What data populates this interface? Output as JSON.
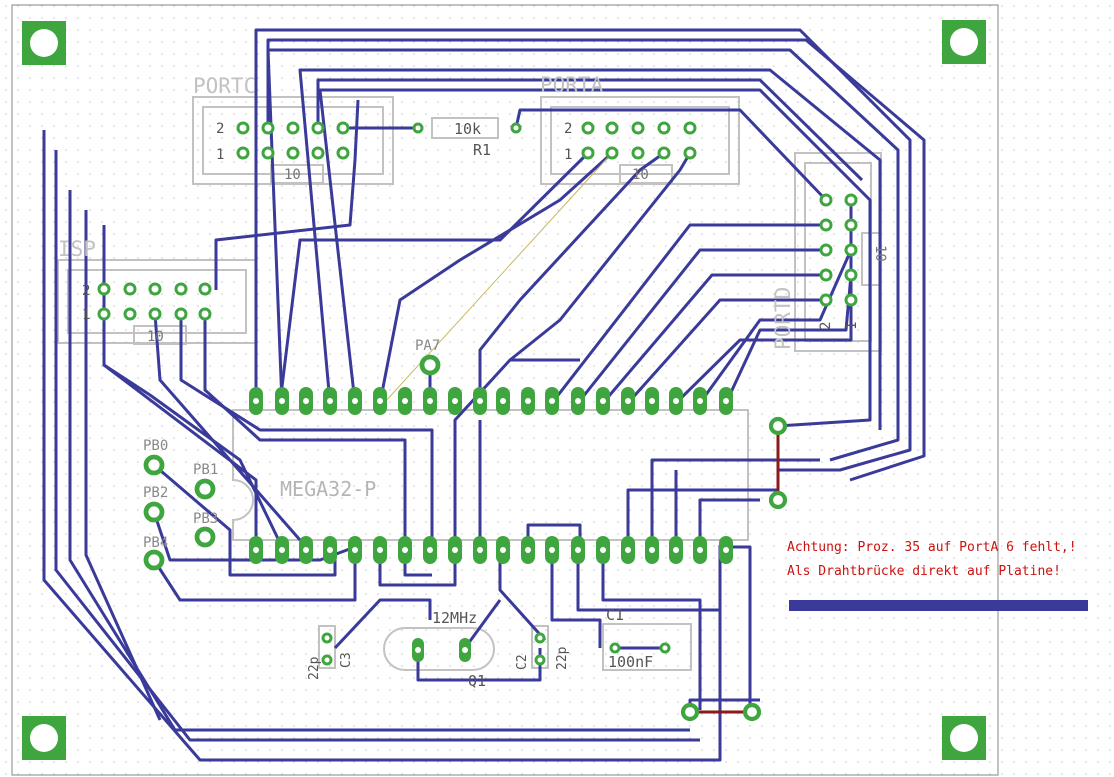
{
  "colors": {
    "trace": "#3a3a9a",
    "pad": "#3fa63f",
    "silk": "#c2c2c2",
    "wire": "#8b1a1a",
    "note": "#cc1111",
    "grid": "#c8c8c8"
  },
  "labels": {
    "portc": "PORTC",
    "porta": "PORTA",
    "portd": "PORTD",
    "isp": "ISP",
    "resistor_value": "10k",
    "resistor_name": "R1",
    "pa7": "PA7",
    "mcu": "MEGA32-P",
    "pb0": "PB0",
    "pb1": "PB1",
    "pb2": "PB2",
    "pb3": "PB3",
    "pb4": "PB4",
    "crystal_freq": "12MHz",
    "crystal_name": "Q1",
    "c1": "C1",
    "c1_value": "100nF",
    "c2": "C2",
    "c3": "C3",
    "c2_value": "22p",
    "c3_value": "22p",
    "pin1": "1",
    "pin2": "2",
    "conn_size": "10"
  },
  "notes": {
    "line1": "Achtung: Proz. 35 auf PortA 6 fehlt,!",
    "line2": "Als Drahtbrücke direkt auf Platine!"
  }
}
